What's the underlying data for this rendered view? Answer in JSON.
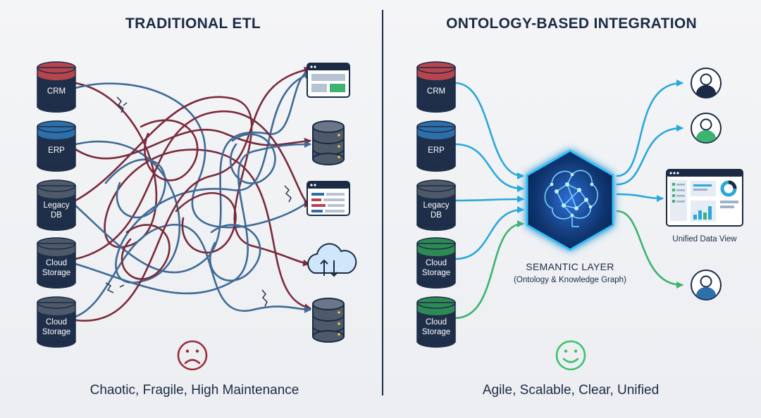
{
  "left": {
    "title": "TRADITIONAL ETL",
    "caption": "Chaotic, Fragile, High Maintenance",
    "sources": [
      {
        "line1": "CRM",
        "line2": "",
        "color": "red"
      },
      {
        "line1": "ERP",
        "line2": "",
        "color": "blue"
      },
      {
        "line1": "Legacy",
        "line2": "DB",
        "color": "gray"
      },
      {
        "line1": "Cloud",
        "line2": "Storage",
        "color": "gray"
      },
      {
        "line1": "Cloud",
        "line2": "Storage",
        "color": "gray"
      }
    ],
    "targets": [
      "dashboard-window-icon",
      "database-icon",
      "report-window-icon",
      "cloud-sync-icon",
      "database-icon"
    ],
    "face": "sad-face-icon"
  },
  "right": {
    "title": "ONTOLOGY-BASED INTEGRATION",
    "caption": "Agile, Scalable, Clear, Unified",
    "sources": [
      {
        "line1": "CRM",
        "line2": "",
        "color": "red"
      },
      {
        "line1": "ERP",
        "line2": "",
        "color": "blue"
      },
      {
        "line1": "Legacy",
        "line2": "DB",
        "color": "gray"
      },
      {
        "line1": "Cloud",
        "line2": "Storage",
        "color": "green"
      },
      {
        "line1": "Cloud",
        "line2": "Storage",
        "color": "green"
      }
    ],
    "semantic_layer": {
      "title": "SEMANTIC LAYER",
      "subtitle": "(Ontology & Knowledge Graph)",
      "icon": "knowledge-graph-brain-icon"
    },
    "outputs": [
      "user-avatar-icon",
      "user-avatar-icon",
      "unified-dashboard-icon",
      "user-avatar-icon"
    ],
    "unified_view_label": "Unified Data View",
    "face": "happy-face-icon"
  },
  "colors": {
    "navy": "#1b2b45",
    "tangle_red": "#7a2a3a",
    "tangle_blue": "#3f6a96",
    "flow_blue": "#2aa7dc",
    "flow_green": "#3cb371",
    "db_red": "#b8454e",
    "db_blue": "#2d6fa8",
    "db_gray": "#4e5a6a",
    "db_green": "#2e8a55",
    "sad": "#9a2e3b",
    "happy": "#3cc26a"
  }
}
